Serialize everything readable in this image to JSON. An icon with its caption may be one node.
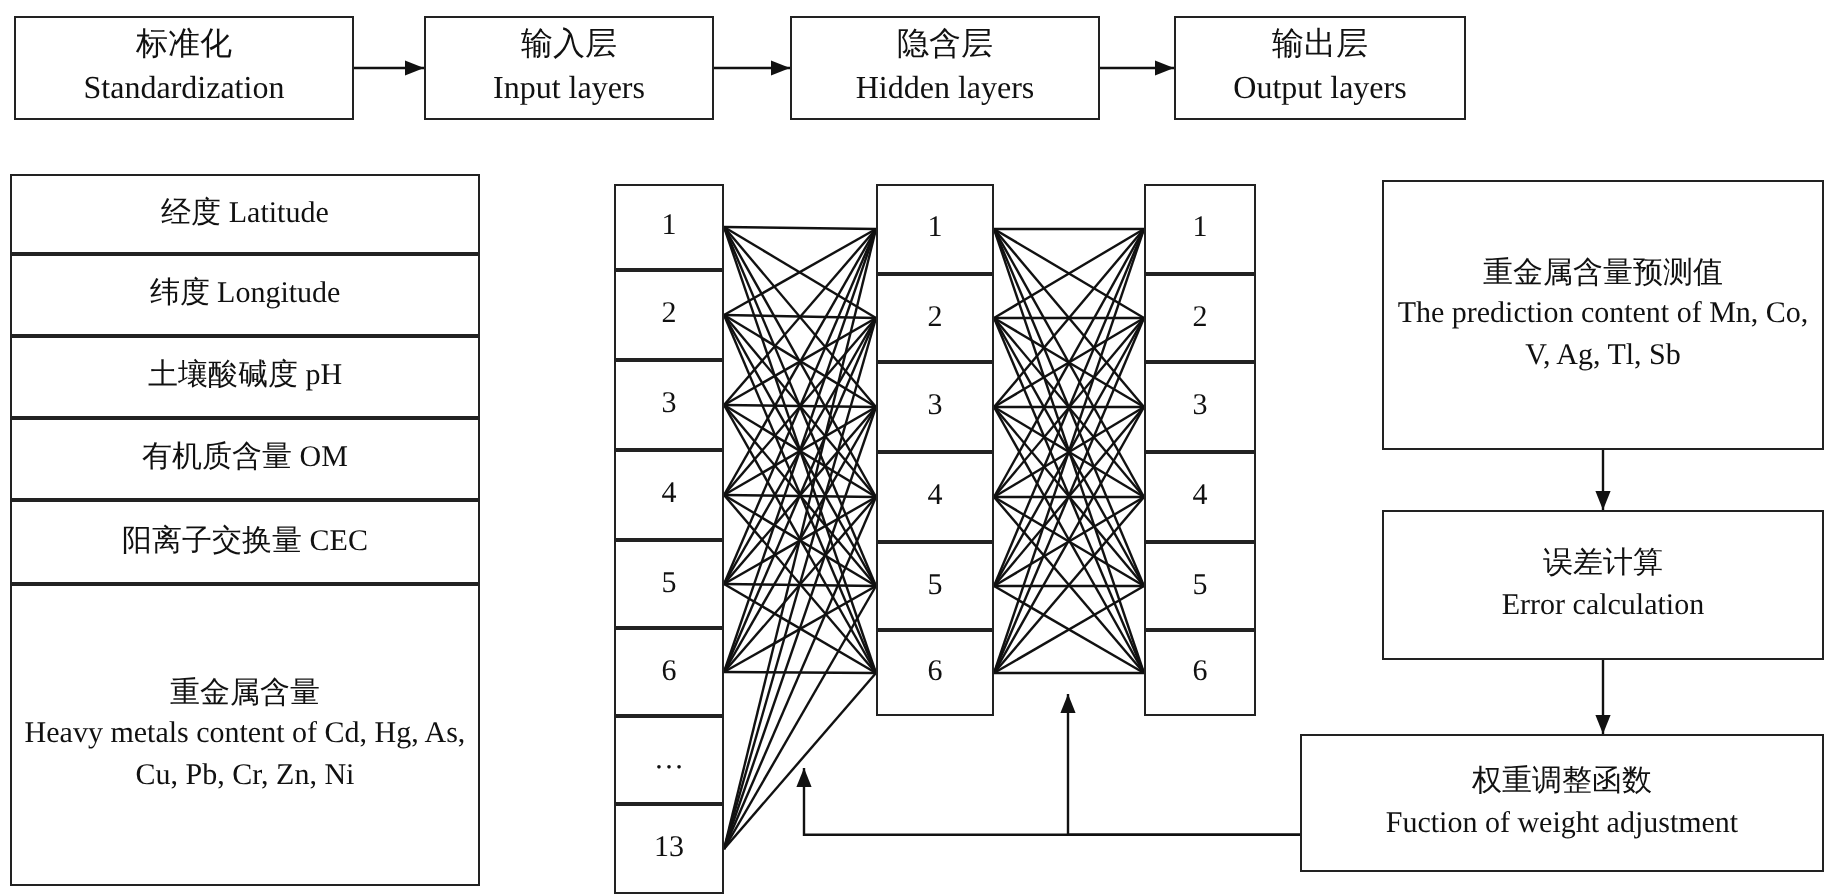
{
  "diagram": {
    "nodes": [
      {
        "text": [
          "标准化",
          "Standardization"
        ]
      },
      {
        "text": [
          "输入层",
          "Input layers"
        ]
      },
      {
        "text": [
          "隐含层",
          "Hidden layers"
        ]
      },
      {
        "text": [
          "输出层",
          "Output layers"
        ]
      },
      {
        "text": [
          "经度 Latitude"
        ]
      },
      {
        "text": [
          "纬度 Longitude"
        ]
      },
      {
        "text": [
          "土壤酸碱度 pH"
        ]
      },
      {
        "text": [
          "有机质含量 OM"
        ]
      },
      {
        "text": [
          "阳离子交换量 CEC"
        ]
      },
      {
        "text": [
          "重金属含量",
          "Heavy metals content of Cd, Hg, As, Cu, Pb, Cr, Zn, Ni"
        ]
      },
      {
        "text": [
          "1"
        ]
      },
      {
        "text": [
          "2"
        ]
      },
      {
        "text": [
          "3"
        ]
      },
      {
        "text": [
          "4"
        ]
      },
      {
        "text": [
          "5"
        ]
      },
      {
        "text": [
          "6"
        ]
      },
      {
        "text": [
          "…"
        ]
      },
      {
        "text": [
          "13"
        ]
      },
      {
        "text": [
          "1"
        ]
      },
      {
        "text": [
          "2"
        ]
      },
      {
        "text": [
          "3"
        ]
      },
      {
        "text": [
          "4"
        ]
      },
      {
        "text": [
          "5"
        ]
      },
      {
        "text": [
          "6"
        ]
      },
      {
        "text": [
          "1"
        ]
      },
      {
        "text": [
          "2"
        ]
      },
      {
        "text": [
          "3"
        ]
      },
      {
        "text": [
          "4"
        ]
      },
      {
        "text": [
          "5"
        ]
      },
      {
        "text": [
          "6"
        ]
      },
      {
        "text": [
          "重金属含量预测值",
          "The prediction content of Mn, Co, V, Ag, Tl, Sb"
        ]
      },
      {
        "text": [
          "误差计算",
          "Error calculation"
        ]
      },
      {
        "text": [
          "权重调整函数",
          "Fuction of weight adjustment"
        ]
      }
    ],
    "edges": [
      {
        "from": 0,
        "to": 1,
        "arrow": "to"
      },
      {
        "from": 1,
        "to": 2,
        "arrow": "to"
      },
      {
        "from": 2,
        "to": 3,
        "arrow": "to"
      },
      {
        "from": 10,
        "to": 18,
        "arrow": "none"
      },
      {
        "from": 10,
        "to": 19,
        "arrow": "none"
      },
      {
        "from": 10,
        "to": 20,
        "arrow": "none"
      },
      {
        "from": 10,
        "to": 21,
        "arrow": "none"
      },
      {
        "from": 10,
        "to": 22,
        "arrow": "none"
      },
      {
        "from": 10,
        "to": 23,
        "arrow": "none"
      },
      {
        "from": 11,
        "to": 18,
        "arrow": "none"
      },
      {
        "from": 11,
        "to": 19,
        "arrow": "none"
      },
      {
        "from": 11,
        "to": 20,
        "arrow": "none"
      },
      {
        "from": 11,
        "to": 21,
        "arrow": "none"
      },
      {
        "from": 11,
        "to": 22,
        "arrow": "none"
      },
      {
        "from": 11,
        "to": 23,
        "arrow": "none"
      },
      {
        "from": 12,
        "to": 18,
        "arrow": "none"
      },
      {
        "from": 12,
        "to": 19,
        "arrow": "none"
      },
      {
        "from": 12,
        "to": 20,
        "arrow": "none"
      },
      {
        "from": 12,
        "to": 21,
        "arrow": "none"
      },
      {
        "from": 12,
        "to": 22,
        "arrow": "none"
      },
      {
        "from": 12,
        "to": 23,
        "arrow": "none"
      },
      {
        "from": 13,
        "to": 18,
        "arrow": "none"
      },
      {
        "from": 13,
        "to": 19,
        "arrow": "none"
      },
      {
        "from": 13,
        "to": 20,
        "arrow": "none"
      },
      {
        "from": 13,
        "to": 21,
        "arrow": "none"
      },
      {
        "from": 13,
        "to": 22,
        "arrow": "none"
      },
      {
        "from": 13,
        "to": 23,
        "arrow": "none"
      },
      {
        "from": 14,
        "to": 18,
        "arrow": "none"
      },
      {
        "from": 14,
        "to": 19,
        "arrow": "none"
      },
      {
        "from": 14,
        "to": 20,
        "arrow": "none"
      },
      {
        "from": 14,
        "to": 21,
        "arrow": "none"
      },
      {
        "from": 14,
        "to": 22,
        "arrow": "none"
      },
      {
        "from": 14,
        "to": 23,
        "arrow": "none"
      },
      {
        "from": 15,
        "to": 18,
        "arrow": "none"
      },
      {
        "from": 15,
        "to": 19,
        "arrow": "none"
      },
      {
        "from": 15,
        "to": 20,
        "arrow": "none"
      },
      {
        "from": 15,
        "to": 21,
        "arrow": "none"
      },
      {
        "from": 15,
        "to": 22,
        "arrow": "none"
      },
      {
        "from": 15,
        "to": 23,
        "arrow": "none"
      },
      {
        "from": 17,
        "to": 18,
        "arrow": "none"
      },
      {
        "from": 17,
        "to": 19,
        "arrow": "none"
      },
      {
        "from": 17,
        "to": 20,
        "arrow": "none"
      },
      {
        "from": 17,
        "to": 21,
        "arrow": "none"
      },
      {
        "from": 17,
        "to": 22,
        "arrow": "none"
      },
      {
        "from": 17,
        "to": 23,
        "arrow": "none"
      },
      {
        "from": 18,
        "to": 24,
        "arrow": "none"
      },
      {
        "from": 18,
        "to": 25,
        "arrow": "none"
      },
      {
        "from": 18,
        "to": 26,
        "arrow": "none"
      },
      {
        "from": 18,
        "to": 27,
        "arrow": "none"
      },
      {
        "from": 18,
        "to": 28,
        "arrow": "none"
      },
      {
        "from": 18,
        "to": 29,
        "arrow": "none"
      },
      {
        "from": 19,
        "to": 24,
        "arrow": "none"
      },
      {
        "from": 19,
        "to": 25,
        "arrow": "none"
      },
      {
        "from": 19,
        "to": 26,
        "arrow": "none"
      },
      {
        "from": 19,
        "to": 27,
        "arrow": "none"
      },
      {
        "from": 19,
        "to": 28,
        "arrow": "none"
      },
      {
        "from": 19,
        "to": 29,
        "arrow": "none"
      },
      {
        "from": 20,
        "to": 24,
        "arrow": "none"
      },
      {
        "from": 20,
        "to": 25,
        "arrow": "none"
      },
      {
        "from": 20,
        "to": 26,
        "arrow": "none"
      },
      {
        "from": 20,
        "to": 27,
        "arrow": "none"
      },
      {
        "from": 20,
        "to": 28,
        "arrow": "none"
      },
      {
        "from": 20,
        "to": 29,
        "arrow": "none"
      },
      {
        "from": 21,
        "to": 24,
        "arrow": "none"
      },
      {
        "from": 21,
        "to": 25,
        "arrow": "none"
      },
      {
        "from": 21,
        "to": 26,
        "arrow": "none"
      },
      {
        "from": 21,
        "to": 27,
        "arrow": "none"
      },
      {
        "from": 21,
        "to": 28,
        "arrow": "none"
      },
      {
        "from": 21,
        "to": 29,
        "arrow": "none"
      },
      {
        "from": 22,
        "to": 24,
        "arrow": "none"
      },
      {
        "from": 22,
        "to": 25,
        "arrow": "none"
      },
      {
        "from": 22,
        "to": 26,
        "arrow": "none"
      },
      {
        "from": 22,
        "to": 27,
        "arrow": "none"
      },
      {
        "from": 22,
        "to": 28,
        "arrow": "none"
      },
      {
        "from": 22,
        "to": 29,
        "arrow": "none"
      },
      {
        "from": 23,
        "to": 24,
        "arrow": "none"
      },
      {
        "from": 23,
        "to": 25,
        "arrow": "none"
      },
      {
        "from": 23,
        "to": 26,
        "arrow": "none"
      },
      {
        "from": 23,
        "to": 27,
        "arrow": "none"
      },
      {
        "from": 23,
        "to": 28,
        "arrow": "none"
      },
      {
        "from": 23,
        "to": 29,
        "arrow": "none"
      },
      {
        "from": 30,
        "to": 31,
        "arrow": "to"
      },
      {
        "from": 31,
        "to": 32,
        "arrow": "to"
      },
      {
        "from": 32,
        "to": null,
        "arrow": "to"
      },
      {
        "from": 32,
        "to": null,
        "arrow": "to"
      }
    ]
  }
}
